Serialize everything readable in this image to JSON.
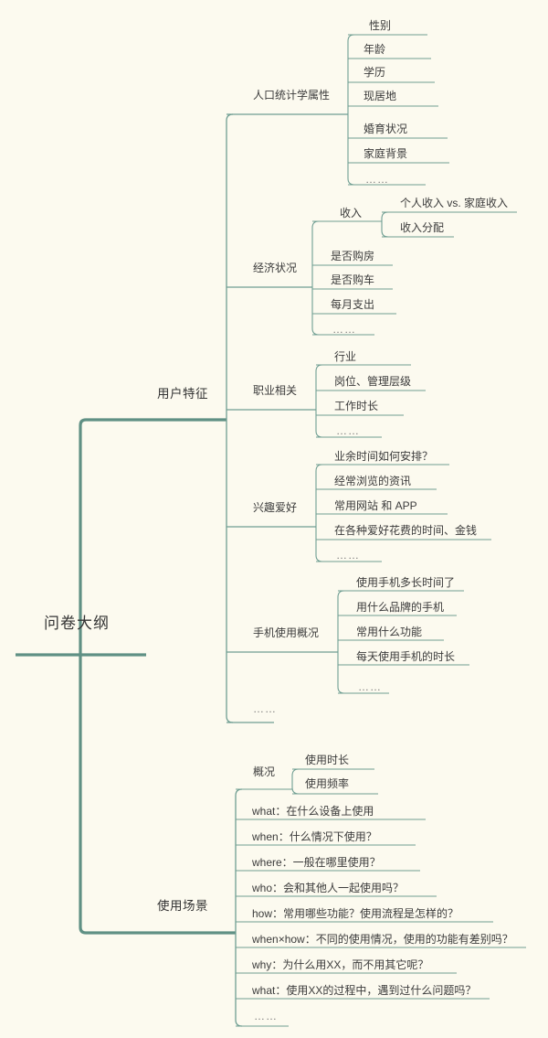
{
  "theme": {
    "background": "#fcfaef",
    "line_color": "#6f9e92",
    "root_line_color": "#5f9084",
    "text_color": "#3a3a3a"
  },
  "root": {
    "label": "问卷大纲"
  },
  "branches": [
    {
      "label": "用户特征",
      "children": [
        {
          "label": "人口统计学属性",
          "children": [
            {
              "label": "性别"
            },
            {
              "label": "年龄"
            },
            {
              "label": "学历"
            },
            {
              "label": "现居地"
            },
            {
              "label": "婚育状况"
            },
            {
              "label": "家庭背景"
            },
            {
              "label": "……"
            }
          ]
        },
        {
          "label": "经济状况",
          "children": [
            {
              "label": "收入",
              "children": [
                {
                  "label": "个人收入 vs. 家庭收入"
                },
                {
                  "label": "收入分配"
                }
              ]
            },
            {
              "label": "是否购房"
            },
            {
              "label": "是否购车"
            },
            {
              "label": "每月支出"
            },
            {
              "label": "……"
            }
          ]
        },
        {
          "label": "职业相关",
          "children": [
            {
              "label": "行业"
            },
            {
              "label": "岗位、管理层级"
            },
            {
              "label": "工作时长"
            },
            {
              "label": "……"
            }
          ]
        },
        {
          "label": "兴趣爱好",
          "children": [
            {
              "label": "业余时间如何安排？"
            },
            {
              "label": "经常浏览的资讯"
            },
            {
              "label": "常用网站 和 APP"
            },
            {
              "label": "在各种爱好花费的时间、金钱"
            },
            {
              "label": "……"
            }
          ]
        },
        {
          "label": "手机使用概况",
          "children": [
            {
              "label": "使用手机多长时间了"
            },
            {
              "label": "用什么品牌的手机"
            },
            {
              "label": "常用什么功能"
            },
            {
              "label": "每天使用手机的时长"
            },
            {
              "label": "……"
            }
          ]
        },
        {
          "label": "……"
        }
      ]
    },
    {
      "label": "使用场景",
      "children": [
        {
          "label": "概况",
          "children": [
            {
              "label": "使用时长"
            },
            {
              "label": "使用频率"
            }
          ]
        },
        {
          "label": "what：在什么设备上使用"
        },
        {
          "label": "when：什么情况下使用？"
        },
        {
          "label": "where：一般在哪里使用？"
        },
        {
          "label": "who：会和其他人一起使用吗？"
        },
        {
          "label": "how：常用哪些功能？使用流程是怎样的？"
        },
        {
          "label": "when×how：不同的使用情况，使用的功能有差别吗？"
        },
        {
          "label": "why：为什么用XX，而不用其它呢？"
        },
        {
          "label": "what：使用XX的过程中，遇到过什么问题吗？"
        },
        {
          "label": "……"
        }
      ]
    }
  ]
}
